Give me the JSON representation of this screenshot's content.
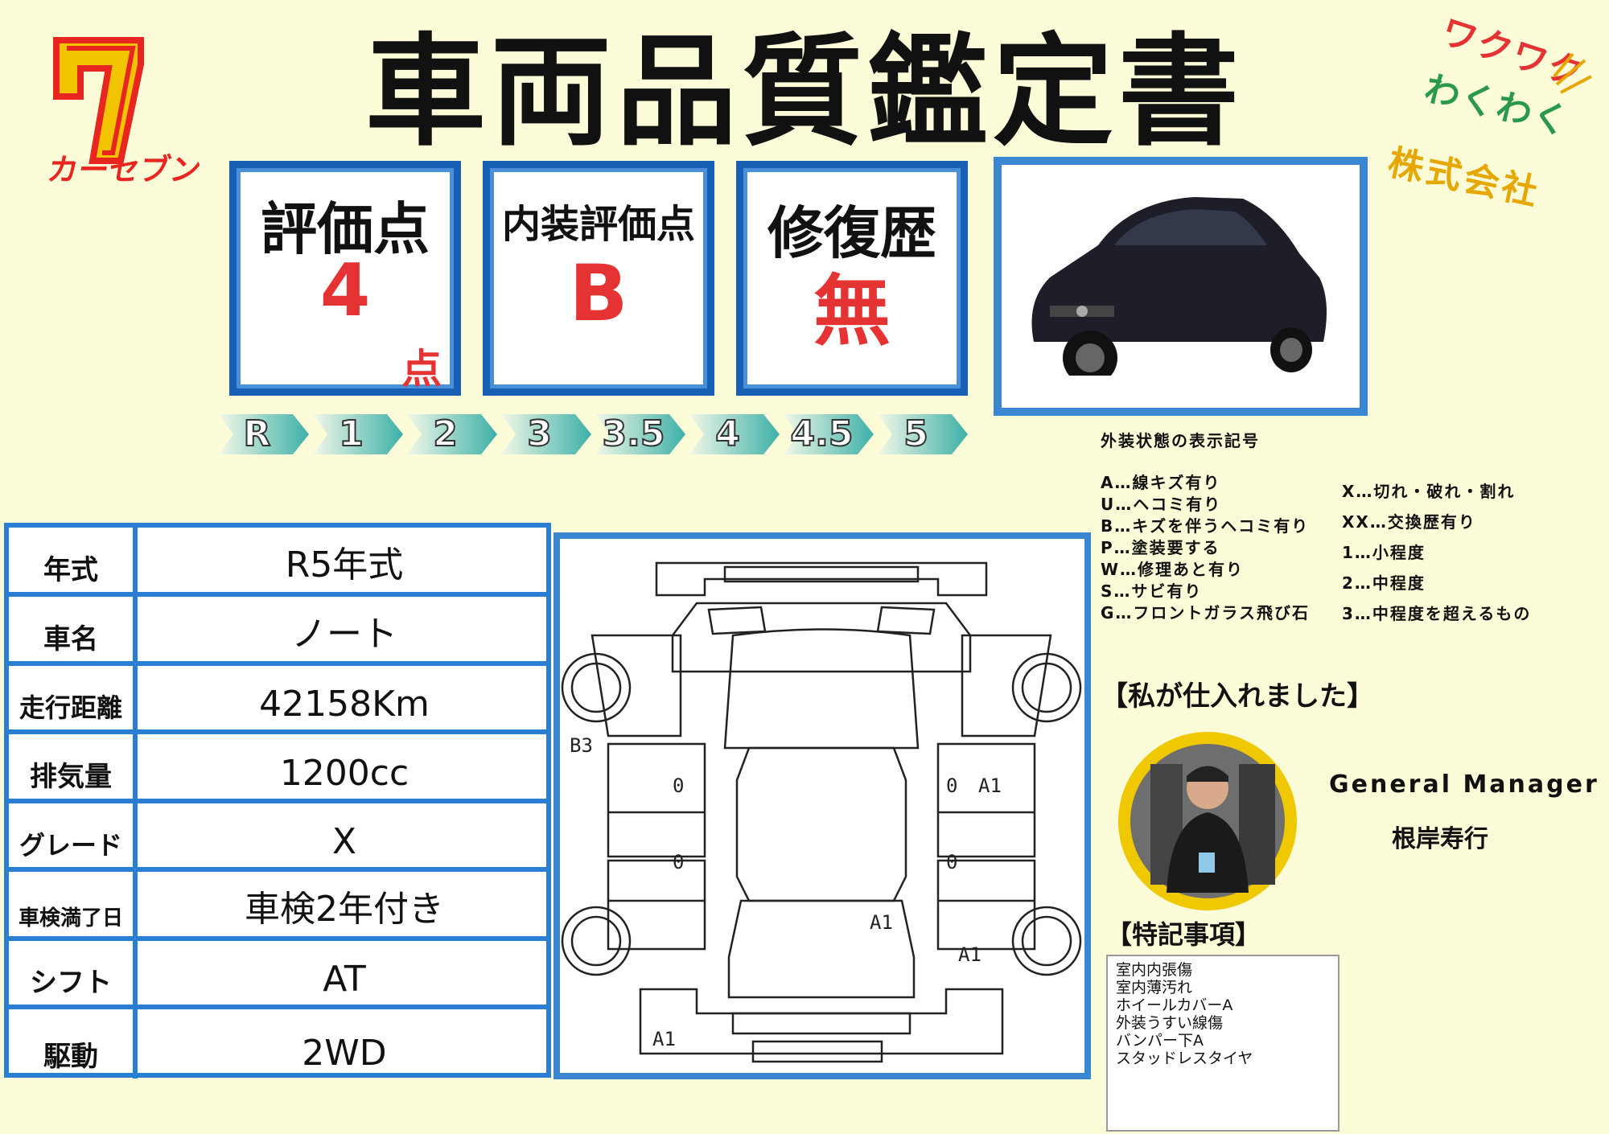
{
  "title": "車両品質鑑定書",
  "logo_left": {
    "text": "カーセブン",
    "color": "#e8251f"
  },
  "logo_right": {
    "line1": "ワクワク",
    "line2": "わくわく",
    "line3": "株式会社"
  },
  "scores": [
    {
      "label": "評価点",
      "value": "4",
      "unit": "点"
    },
    {
      "label": "内装評価点",
      "value": "B"
    },
    {
      "label": "修復歴",
      "value": "無"
    }
  ],
  "scale": [
    "R",
    "1",
    "2",
    "3",
    "3.5",
    "4",
    "4.5",
    "5"
  ],
  "legend": {
    "title": "外装状態の表示記号",
    "left": [
      "A…線キズ有り",
      "U…ヘコミ有り",
      "B…キズを伴うヘコミ有り",
      "P…塗装要する",
      "W…修理あと有り",
      "S…サビ有り",
      "G…フロントガラス飛び石"
    ],
    "right": [
      "X…切れ・破れ・割れ",
      "XX…交換歴有り",
      "1…小程度",
      "2…中程度",
      "3…中程度を超えるもの"
    ]
  },
  "specs": [
    {
      "key": "年式",
      "value": "R5年式"
    },
    {
      "key": "車名",
      "value": "ノート"
    },
    {
      "key": "走行距離",
      "value": "42158Km"
    },
    {
      "key": "排気量",
      "value": "1200cc"
    },
    {
      "key": "グレード",
      "value": "X"
    },
    {
      "key": "車検満了日",
      "value": "車検2年付き"
    },
    {
      "key": "シフト",
      "value": "AT"
    },
    {
      "key": "駆動",
      "value": "2WD"
    }
  ],
  "diagram_marks": [
    "B3",
    "0",
    "A1",
    "0",
    "0",
    "A1",
    "A1",
    "A1"
  ],
  "buyer": {
    "heading": "【私が仕入れました】",
    "role": "General Manager",
    "name": "根岸寿行"
  },
  "notes": {
    "heading": "【特記事項】",
    "lines": [
      "室内内張傷",
      "室内薄汚れ",
      "ホイールカバーA",
      "外装うすい線傷",
      "バンパー下A",
      "スタッドレスタイヤ"
    ]
  }
}
